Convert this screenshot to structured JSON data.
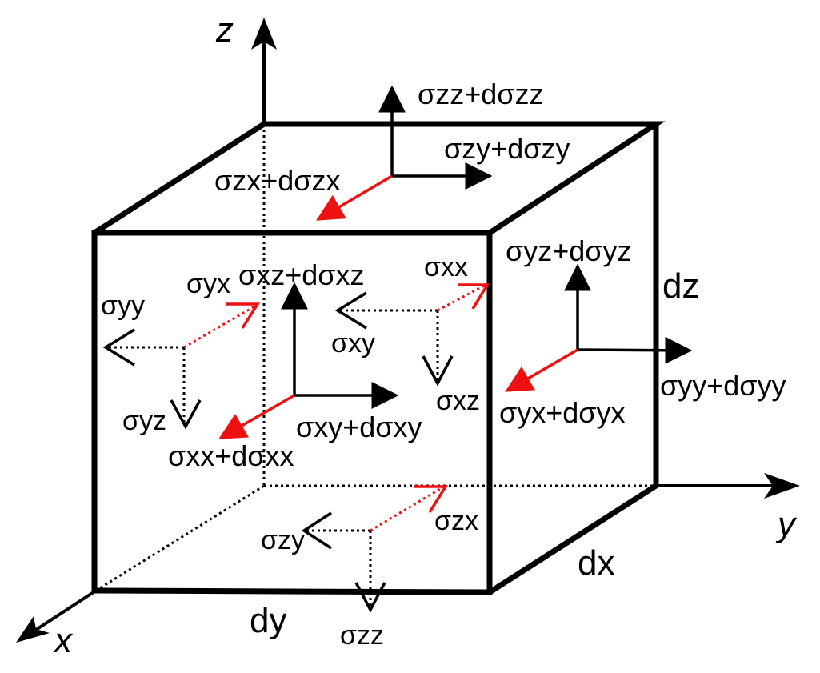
{
  "axes": {
    "x": "x",
    "y": "y",
    "z": "z"
  },
  "dimensions": {
    "dx": "dx",
    "dy": "dy",
    "dz": "dz"
  },
  "top_face": {
    "normal": "σzz+dσzz",
    "shear_y": "σzy+dσzy",
    "shear_x": "σzx+dσzx"
  },
  "front_face": {
    "normal": "σxx+dσxx",
    "shear_y": "σxy+dσxy",
    "shear_z": "σxz+dσxz"
  },
  "right_face": {
    "normal": "σyy+dσyy",
    "shear_z": "σyz+dσyz",
    "shear_x": "σyx+dσyx"
  },
  "back_left_face": {
    "normal": "σyy",
    "shear_x": "σyx",
    "shear_z": "σyz"
  },
  "back_face": {
    "normal": "σxx",
    "shear_y": "σxy",
    "shear_z": "σxz"
  },
  "bottom_face": {
    "normal": "σzz",
    "shear_y": "σzy",
    "shear_x": "σzx"
  },
  "colors": {
    "positive_shear_x": "#ee1111",
    "line": "#000000",
    "background": "#ffffff"
  }
}
